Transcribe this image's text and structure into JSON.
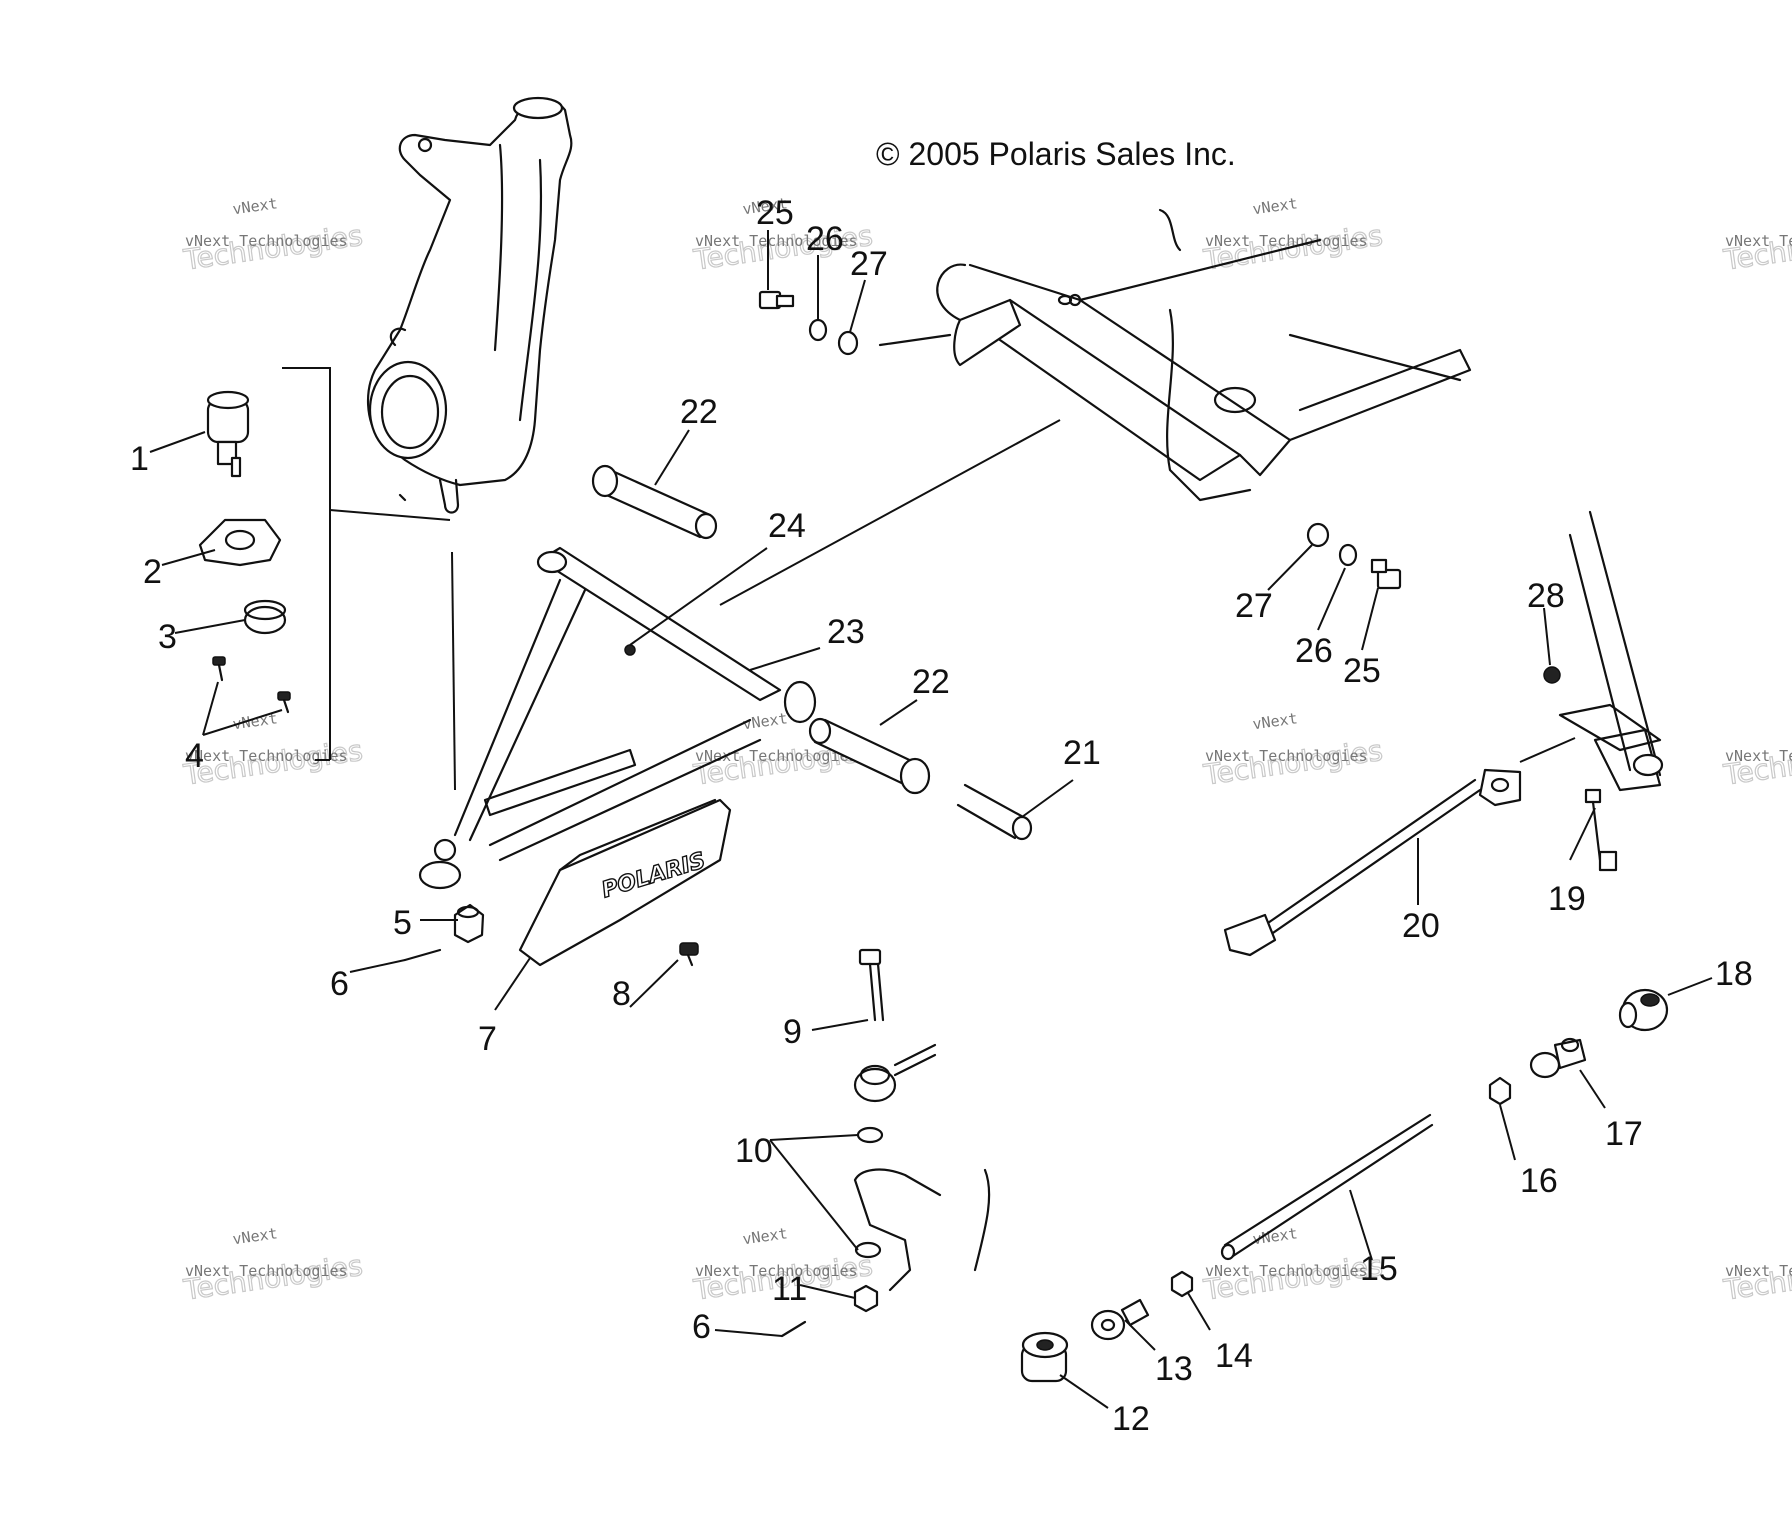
{
  "copyright": "© 2005 Polaris Sales Inc.",
  "watermark": {
    "line1": "vNext",
    "line2": "vNext Technologies",
    "line3": "Technologies"
  },
  "logo_text": "POLARIS",
  "callouts": [
    "1",
    "2",
    "3",
    "4",
    "5",
    "6",
    "7",
    "8",
    "9",
    "10",
    "11",
    "6",
    "12",
    "13",
    "14",
    "15",
    "16",
    "17",
    "18",
    "19",
    "20",
    "21",
    "22",
    "22",
    "23",
    "24",
    "25",
    "26",
    "27",
    "27",
    "26",
    "25",
    "28"
  ]
}
